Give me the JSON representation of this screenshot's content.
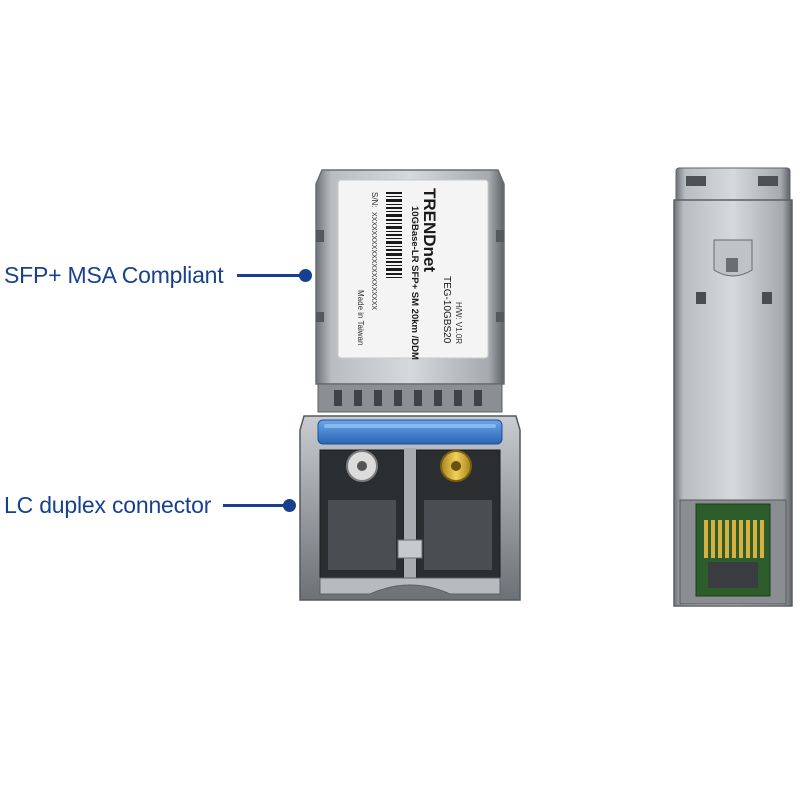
{
  "callouts": {
    "msa": "SFP+ MSA Compliant",
    "lc": "LC duplex connector"
  },
  "label": {
    "brand": "TRENDnet",
    "model_line": "10GBase-LR SFP+ SM 20km /DDM",
    "model_number": "TEG-10GBS20",
    "hw": "H/W: V1.0R",
    "sn": "S/N:",
    "serial": "XXXXXXXXXXXXXXXXXXXXX",
    "origin": "Made in Taiwan"
  },
  "colors": {
    "callout": "#17418f",
    "latch": "#3d7fd1",
    "metal": "#9ea3a8"
  }
}
